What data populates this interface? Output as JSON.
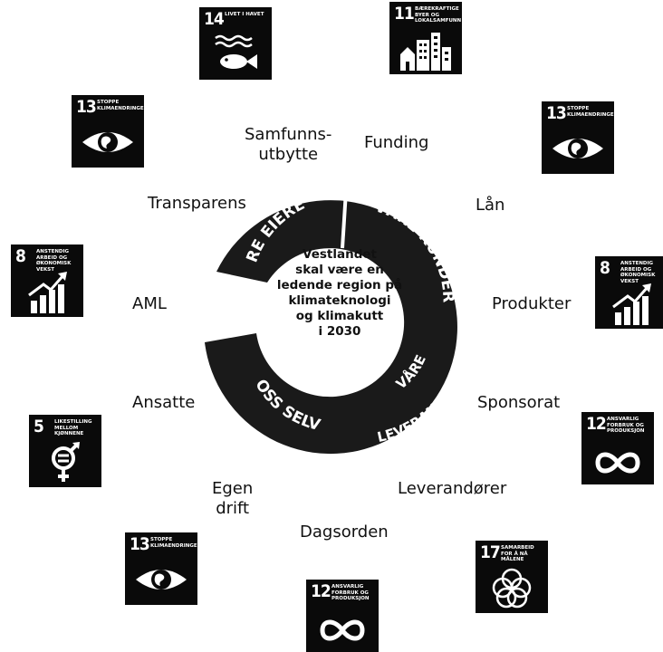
{
  "center": {
    "lines": [
      "Vestlandet",
      "skal være en",
      "ledende region på",
      "klimateknologi",
      "og klimakutt",
      "i 2030"
    ]
  },
  "ring": {
    "segments": [
      {
        "name": "re-eiere",
        "label": "RE EIERE"
      },
      {
        "name": "vare-kunder",
        "label": "VÅRE KUNDER"
      },
      {
        "name": "vare-leverandorer",
        "label_1": "VÅRE",
        "label_2": "LEVERANDØRER"
      },
      {
        "name": "oss-selv",
        "label": "OSS SELV"
      }
    ]
  },
  "labels": {
    "samfunnsutbytte_1": "Samfunns-",
    "samfunnsutbytte_2": "utbytte",
    "funding": "Funding",
    "lan": "Lån",
    "produkter": "Produkter",
    "sponsorat": "Sponsorat",
    "leverandorer": "Leverandører",
    "dagsorden": "Dagsorden",
    "egen_drift_1": "Egen",
    "egen_drift_2": "drift",
    "ansatte": "Ansatte",
    "aml": "AML",
    "transparens": "Transparens"
  },
  "sdg_tiles": {
    "t14": {
      "number": "14",
      "title": "LIVET I HAVET",
      "icon": "fish-icon"
    },
    "t11": {
      "number": "11",
      "title": "BÆREKRAFTIGE BYER OG LOKALSAMFUNN",
      "icon": "city-icon"
    },
    "t13a": {
      "number": "13",
      "title": "STOPPE KLIMAENDRINGENE",
      "icon": "eye-globe-icon"
    },
    "t13b": {
      "number": "13",
      "title": "STOPPE KLIMAENDRINGENE",
      "icon": "eye-globe-icon"
    },
    "t8a": {
      "number": "8",
      "title": "ANSTENDIG ARBEID OG ØKONOMISK VEKST",
      "icon": "growth-chart-icon"
    },
    "t8b": {
      "number": "8",
      "title": "ANSTENDIG ARBEID OG ØKONOMISK VEKST",
      "icon": "growth-chart-icon"
    },
    "t12a": {
      "number": "12",
      "title": "ANSVARLIG FORBRUK OG PRODUKSJON",
      "icon": "infinity-icon"
    },
    "t12b": {
      "number": "12",
      "title": "ANSVARLIG FORBRUK OG PRODUKSJON",
      "icon": "infinity-icon"
    },
    "t5": {
      "number": "5",
      "title": "LIKESTILLING MELLOM KJØNNENE",
      "icon": "gender-equality-icon"
    },
    "t13c": {
      "number": "13",
      "title": "STOPPE KLIMAENDRINGENE",
      "icon": "eye-globe-icon"
    },
    "t17": {
      "number": "17",
      "title": "SAMARBEID FOR Å NÅ MÅLENE",
      "icon": "rings-icon"
    }
  },
  "colors": {
    "tile_bg": "#0a0a0a",
    "ring": "#1a1a1a",
    "text": "#111111"
  }
}
